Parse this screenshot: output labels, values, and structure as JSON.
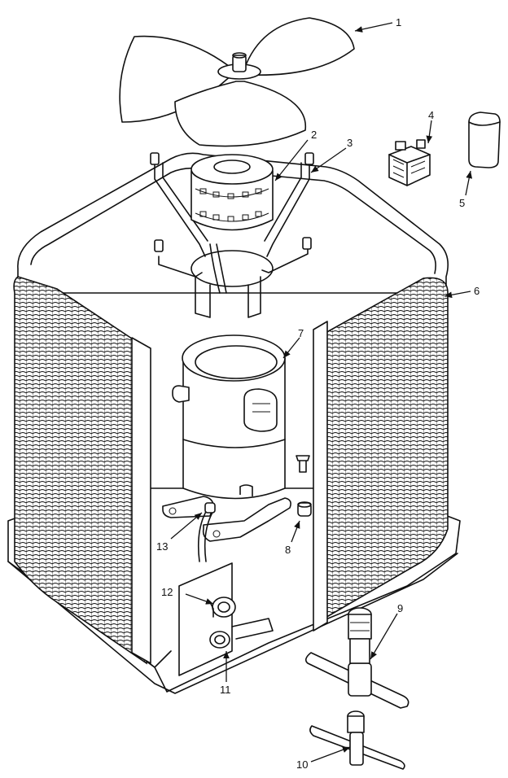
{
  "callouts": [
    {
      "id": "1",
      "label": "1",
      "part": "fan-blade"
    },
    {
      "id": "2",
      "label": "2",
      "part": "fan-motor"
    },
    {
      "id": "3",
      "label": "3",
      "part": "motor-mount"
    },
    {
      "id": "4",
      "label": "4",
      "part": "contactor"
    },
    {
      "id": "5",
      "label": "5",
      "part": "capacitor"
    },
    {
      "id": "6",
      "label": "6",
      "part": "condenser-coil"
    },
    {
      "id": "7",
      "label": "7",
      "part": "compressor"
    },
    {
      "id": "8",
      "label": "8",
      "part": "grommet"
    },
    {
      "id": "9",
      "label": "9",
      "part": "service-valve"
    },
    {
      "id": "10",
      "label": "10",
      "part": "service-valve"
    },
    {
      "id": "11",
      "label": "11",
      "part": "liquid-line-valve"
    },
    {
      "id": "12",
      "label": "12",
      "part": "suction-line-valve"
    },
    {
      "id": "13",
      "label": "13",
      "part": "tubing"
    }
  ],
  "colors": {
    "ink": "#111111",
    "background": "#ffffff"
  }
}
